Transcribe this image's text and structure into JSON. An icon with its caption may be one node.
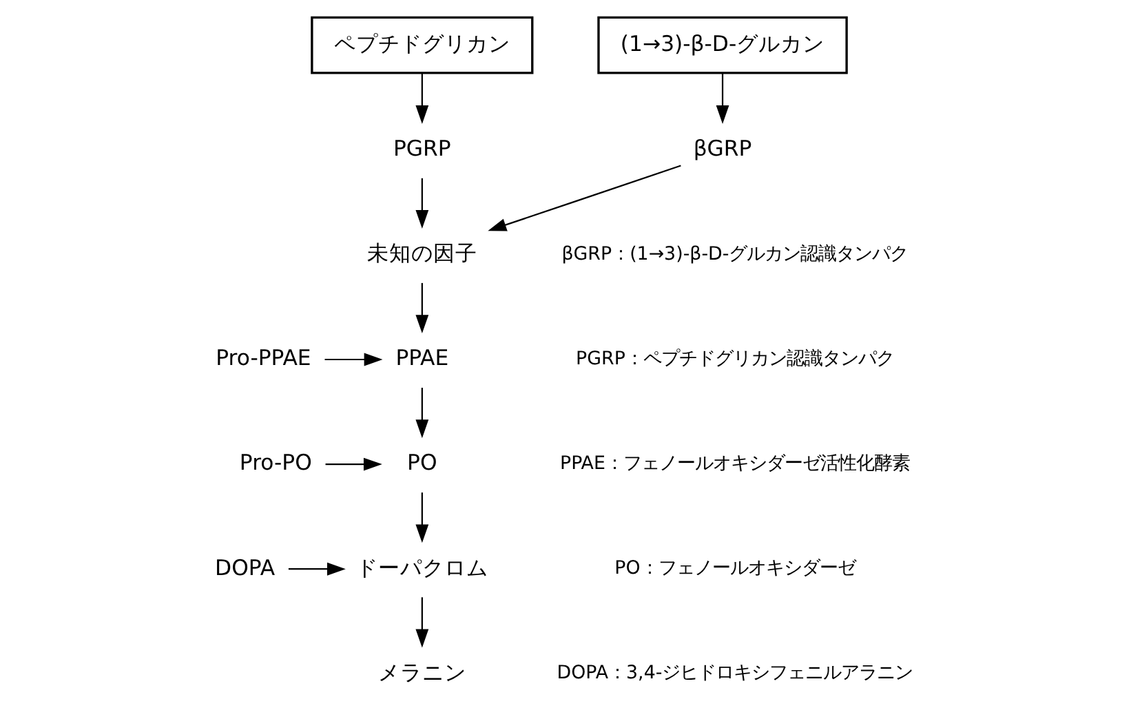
{
  "diagram": {
    "nodes": [
      {
        "text": [
          "ペプチドグリカン"
        ]
      },
      {
        "text": [
          "(1→3)-β-D-グルカン"
        ]
      },
      {
        "text": [
          "PGRP"
        ]
      },
      {
        "text": [
          "βGRP"
        ]
      },
      {
        "text": [
          "未知の因子"
        ]
      },
      {
        "text": [
          "Pro-PPAE"
        ]
      },
      {
        "text": [
          "PPAE"
        ]
      },
      {
        "text": [
          "Pro-PO"
        ]
      },
      {
        "text": [
          "PO"
        ]
      },
      {
        "text": [
          "DOPA"
        ]
      },
      {
        "text": [
          "ドーパクロム"
        ]
      },
      {
        "text": [
          "メラニン"
        ]
      }
    ],
    "edges": [
      {
        "from": 0,
        "to": 2,
        "arrow": "to"
      },
      {
        "from": 1,
        "to": 3,
        "arrow": "to"
      },
      {
        "from": 2,
        "to": 4,
        "arrow": "to"
      },
      {
        "from": 3,
        "to": 4,
        "arrow": "to"
      },
      {
        "from": 4,
        "to": 6,
        "arrow": "to"
      },
      {
        "from": 5,
        "to": 6,
        "arrow": "to"
      },
      {
        "from": 6,
        "to": 8,
        "arrow": "to"
      },
      {
        "from": 7,
        "to": 8,
        "arrow": "to"
      },
      {
        "from": 8,
        "to": 10,
        "arrow": "to"
      },
      {
        "from": 9,
        "to": 10,
        "arrow": "to"
      },
      {
        "from": 10,
        "to": 11,
        "arrow": "to"
      }
    ],
    "labels": [
      "βGRP：(1→3)-β-D-グルカン認識タンパク",
      "PGRP：ペプチドグリカン認識タンパク",
      "PPAE：フェノールオキシダーゼ活性化酵素",
      "PO：フェノールオキシダーゼ",
      "DOPA：3,4-ジヒドロキシフェニルアラニン"
    ]
  }
}
